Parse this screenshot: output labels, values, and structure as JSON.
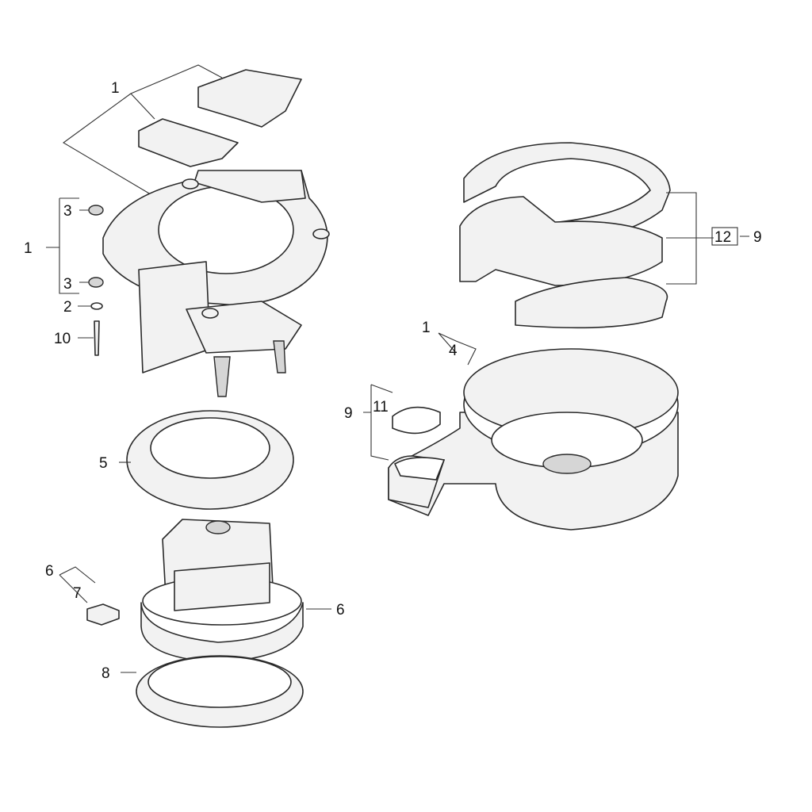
{
  "diagram": {
    "title": "Exploded parts view",
    "colors": {
      "line": "#2a2a2a",
      "fill": "#f2f2f2",
      "shade": "#d6d6d6"
    },
    "labels": {
      "top_cover": "1",
      "housing_group": "1",
      "nut_upper": "3",
      "nut_lower": "3",
      "washer": "2",
      "screw": "10",
      "seal_ring": "5",
      "brush_group": "6",
      "brush": "7",
      "motor": "6",
      "motor_seal": "8",
      "filter_rings": "12",
      "filter_rings_ref": "9",
      "bowl_group": "1",
      "gasket": "4",
      "inlet_group": "9",
      "inlet_seal": "11"
    }
  }
}
